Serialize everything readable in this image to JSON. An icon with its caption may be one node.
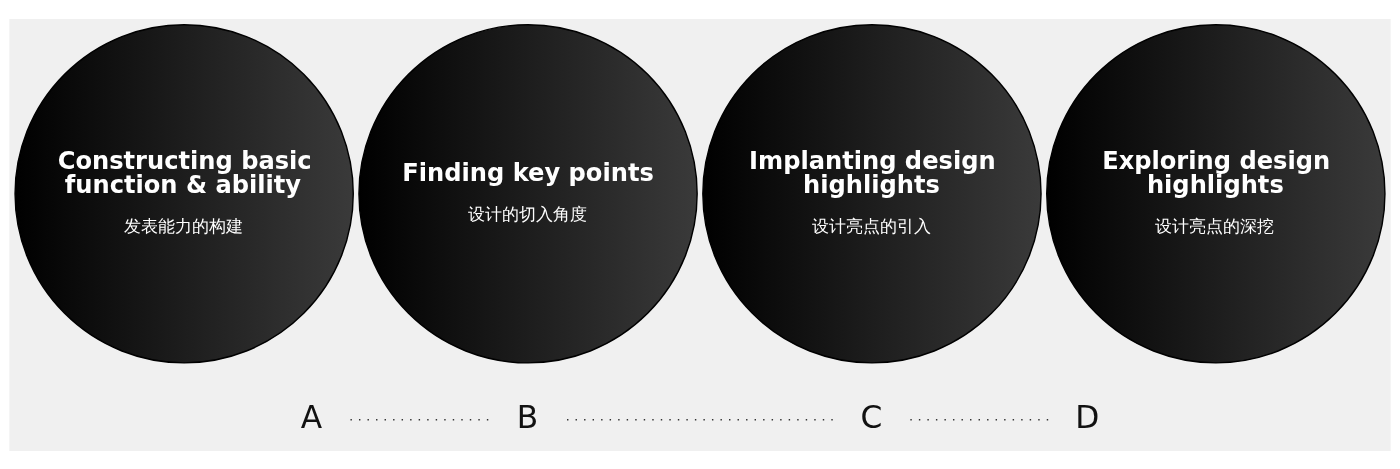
{
  "diagram": {
    "nodes": [
      {
        "text": [
          "Constructing basic function & ability",
          "发表能力的构建"
        ]
      },
      {
        "text": [
          "Finding key points",
          "设计的切入角度"
        ]
      },
      {
        "text": [
          "Implanting design highlights",
          "设计亮点的引入"
        ]
      },
      {
        "text": [
          "Exploring design highlights",
          "设计亮点的深挖"
        ]
      },
      {
        "text": [
          "A"
        ]
      },
      {
        "text": [
          "B"
        ]
      },
      {
        "text": [
          "C"
        ]
      },
      {
        "text": [
          "D"
        ]
      }
    ],
    "edges": [
      {
        "from": 4,
        "to": 5,
        "arrow": "none",
        "style": "dashed"
      },
      {
        "from": 5,
        "to": 6,
        "arrow": "none",
        "style": "dashed"
      },
      {
        "from": 6,
        "to": 7,
        "arrow": "none",
        "style": "dashed"
      }
    ]
  }
}
